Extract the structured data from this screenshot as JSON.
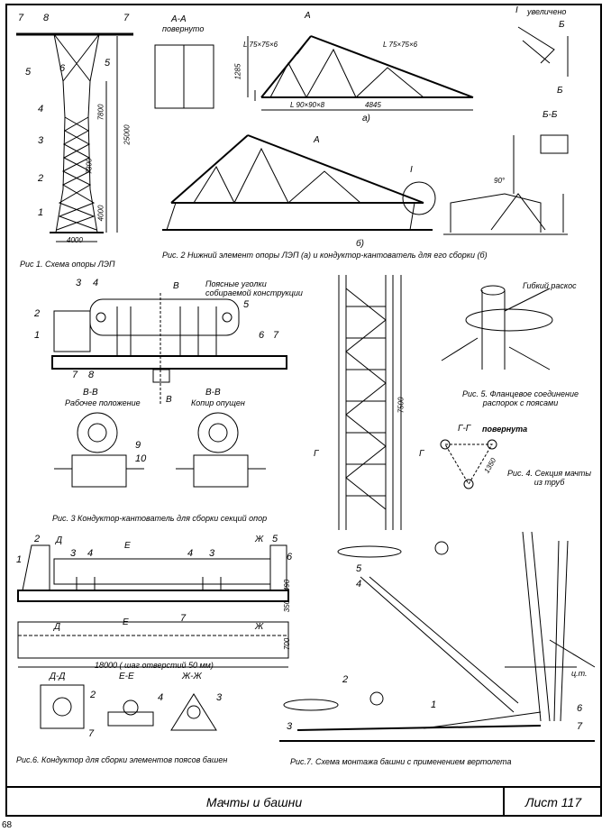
{
  "fig1": {
    "caption": "Рис 1. Схема опоры ЛЭП",
    "labels": [
      "7",
      "8",
      "7",
      "5",
      "6",
      "5",
      "4",
      "3",
      "2",
      "1"
    ],
    "dims": [
      "7800",
      "7300",
      "4000",
      "25000",
      "4000"
    ]
  },
  "fig2": {
    "caption": "Рис. 2 Нижний элемент опоры ЛЭП (а) и кондуктор-кантователь для его сборки (б)",
    "section_aa": "А-А",
    "section_aa_note": "повернуто",
    "detail_i": "I",
    "detail_i_note": "увеличено",
    "section_bb": "Б-Б",
    "marks": [
      "А",
      "А",
      "Б",
      "Б",
      "I",
      "а)",
      "б)"
    ],
    "dims": [
      "L 75×75×6",
      "L 75×75×6",
      "L 90×90×8",
      "1285",
      "4845",
      "90°"
    ]
  },
  "fig3": {
    "caption": "Рис. 3 Кондуктор-кантователь для сборки секций опор",
    "callout": "Поясные уголки собираемой конструкции",
    "section_left": "В-В",
    "section_left_note": "Рабочее положение",
    "section_right": "В-В",
    "section_right_note": "Копир опущен",
    "labels": [
      "3",
      "4",
      "2",
      "1",
      "5",
      "6",
      "7",
      "7",
      "8",
      "9",
      "10",
      "В",
      "В"
    ]
  },
  "fig4": {
    "caption": "Рис. 4. Секция мачты из труб",
    "section": "Г-Г",
    "section_note": "повернута",
    "dims": [
      "7500",
      "1350"
    ],
    "marks": [
      "Г",
      "Г"
    ]
  },
  "fig5": {
    "caption": "Рис. 5. Фланцевое соединение распорок с поясами",
    "callout": "Гибкий раскос"
  },
  "fig6": {
    "caption": "Рис.6. Кондуктор для сборки элементов поясов башен",
    "length_note": "18000 ( шаг отверстий 50 мм)",
    "sections": [
      "Д-Д",
      "Е-Е",
      "Ж-Ж"
    ],
    "labels": [
      "2",
      "1",
      "3",
      "4",
      "4",
      "3",
      "5",
      "6",
      "7",
      "7",
      "2",
      "4",
      "3",
      "Д",
      "Д",
      "Е",
      "Е",
      "Ж",
      "Ж"
    ],
    "dims": [
      "490",
      "350",
      "700"
    ]
  },
  "fig7": {
    "caption": "Рис.7. Схема монтажа башни с применением вертолета",
    "cg_label": "ц.т.",
    "labels": [
      "5",
      "4",
      "2",
      "1",
      "3",
      "6",
      "7"
    ]
  },
  "footer": {
    "title": "Мачты и башни",
    "sheet": "Лист 117",
    "page_number": "68"
  }
}
